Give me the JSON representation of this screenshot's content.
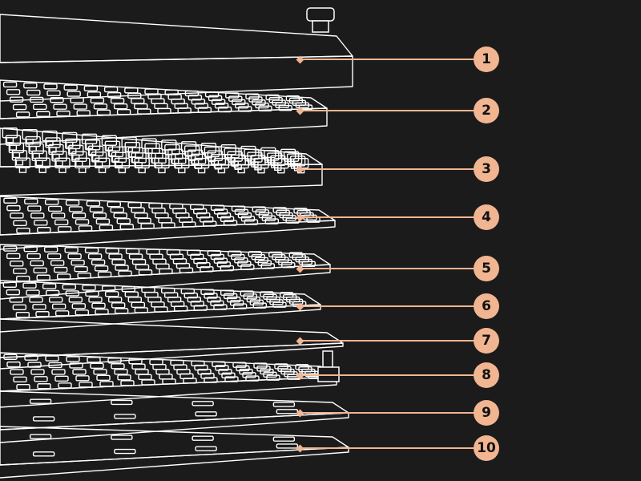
{
  "diagram": {
    "type": "exploded-view",
    "subject": "keyboard",
    "accent_color": "#f2b591",
    "background_color": "#1b1b1b",
    "line_color": "#ffffff",
    "callouts": [
      {
        "label": "1"
      },
      {
        "label": "2"
      },
      {
        "label": "3"
      },
      {
        "label": "4"
      },
      {
        "label": "5"
      },
      {
        "label": "6"
      },
      {
        "label": "7"
      },
      {
        "label": "8"
      },
      {
        "label": "9"
      },
      {
        "label": "10"
      }
    ]
  }
}
